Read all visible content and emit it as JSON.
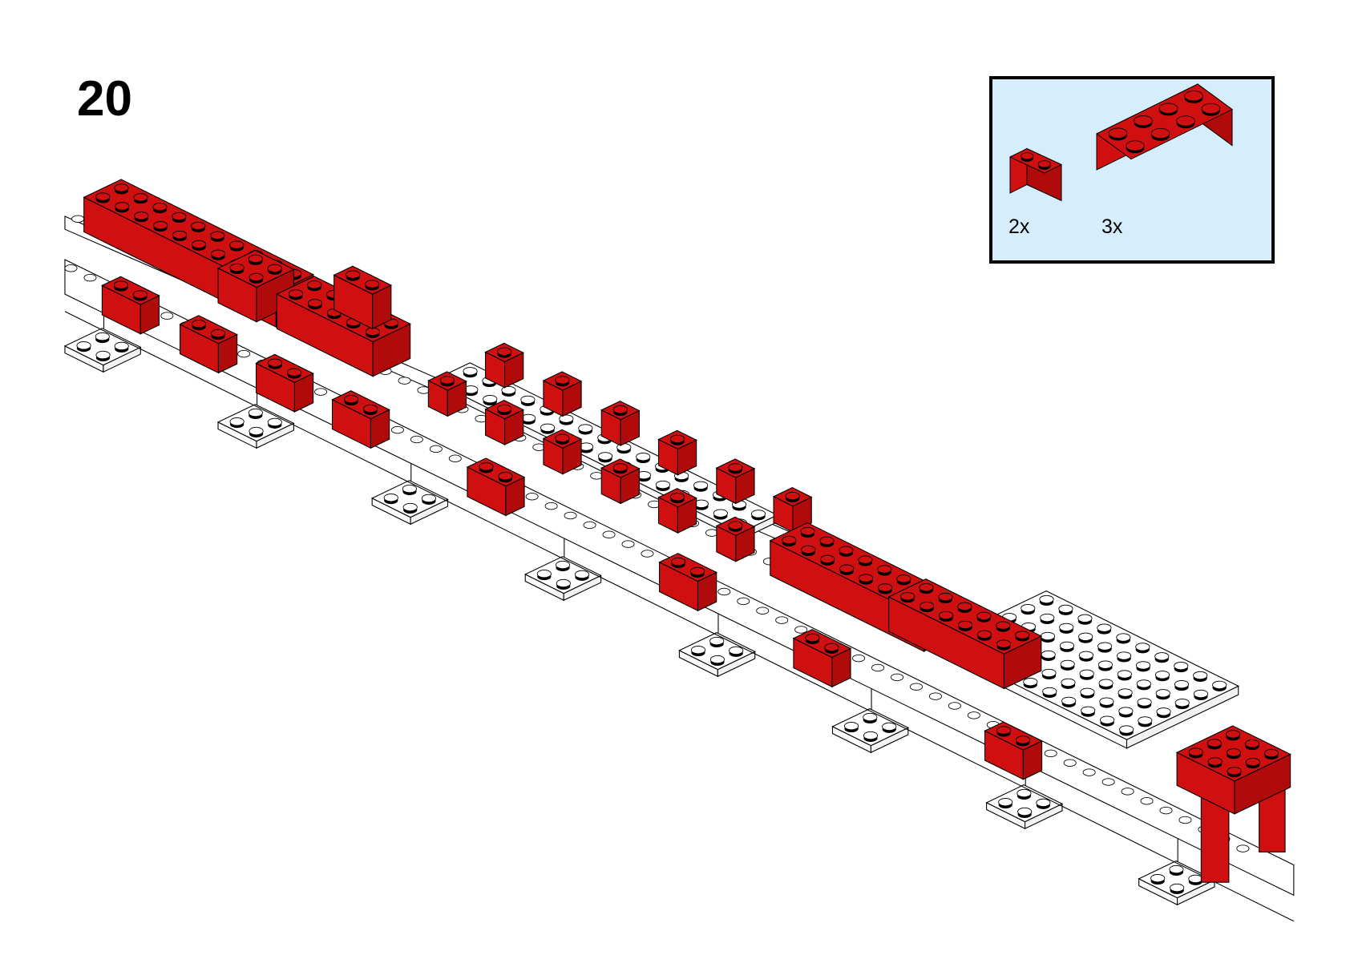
{
  "step": {
    "number": "20"
  },
  "parts_callout": {
    "background": "#d6edfb",
    "parts": [
      {
        "quantity_label": "2x",
        "color": "#d01010",
        "studs": 2
      },
      {
        "quantity_label": "3x",
        "color": "#d01010",
        "studs": 8
      }
    ]
  },
  "colors": {
    "red": "#d01010",
    "red_dark": "#b00a0a",
    "white": "#ffffff",
    "outline": "#000000"
  }
}
